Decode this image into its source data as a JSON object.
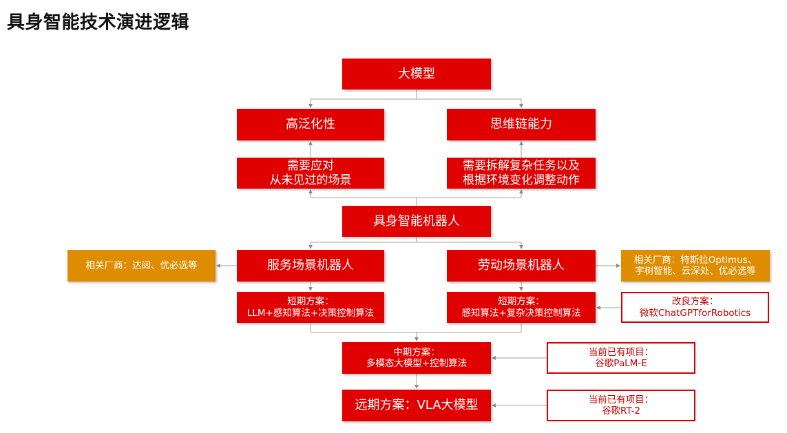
{
  "title": "具身智能技术演进逻辑",
  "colors": {
    "primary_red": "#e00000",
    "vendor_orange": "#de8c00",
    "outline_red": "#d40000",
    "connector_gray": "#9a9a9a"
  },
  "nodes": {
    "large_model": "大模型",
    "generalization": "高泛化性",
    "chain_of_thought": "思维链能力",
    "unseen_scenarios": "需要应对\n从未见过的场景",
    "complex_tasks": "需要拆解复杂任务以及\n根据环境变化调整动作",
    "embodied_robot": "具身智能机器人",
    "service_robot": "服务场景机器人",
    "labor_robot": "劳动场景机器人",
    "service_vendors": "相关厂商：达闼、优必选等",
    "labor_vendors": "相关厂商：特斯拉Optimus、\n宇树智能、云深处、优必选等",
    "service_short_term": "短期方案：\nLLM+感知算法+决策控制算法",
    "labor_short_term": "短期方案：\n感知算法+复杂决策控制算法",
    "improved_solution": "改良方案：\n微软ChatGPTforRobotics",
    "mid_term": "中期方案：\n多模态大模型+控制算法",
    "mid_term_project": "当前已有项目：\n谷歌PaLM-E",
    "long_term": "远期方案：VLA大模型",
    "long_term_project": "当前已有项目：\n谷歌RT-2"
  }
}
